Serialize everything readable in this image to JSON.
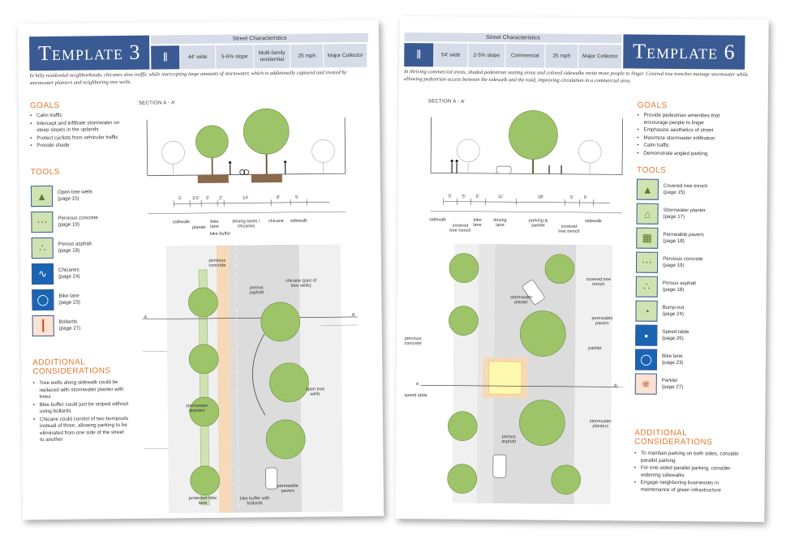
{
  "left": {
    "banner": "Template 3",
    "char_title": "Street Characteristics",
    "char_icon": "street-icon",
    "characteristics": [
      "44' wide",
      "5-6% slope",
      "Multi-family residential",
      "25 mph",
      "Major Collector"
    ],
    "intro": "In hilly residential neighborhoods, chicanes slow traffic while intercepting large amounts of stormwater, which is additionally captured and treated by stormwater planters and neighboring tree wells.",
    "goals_heading": "GOALS",
    "goals": [
      "Calm traffic",
      "Intercept and infiltrate stormwater on steep slopes in the uplands",
      "Protect cyclists from vehicular traffic",
      "Provide shade"
    ],
    "tools_heading": "TOOLS",
    "tools": [
      {
        "icon": "tree-well-icon",
        "name": "Open tree wells",
        "page": "(page 15)"
      },
      {
        "icon": "pervious-concrete-icon",
        "name": "Pervious concrete",
        "page": "(page 19)"
      },
      {
        "icon": "porous-asphalt-icon",
        "name": "Porous asphalt",
        "page": "(page 18)"
      },
      {
        "icon": "chicane-icon",
        "name": "Chicanes",
        "page": "(page 24)"
      },
      {
        "icon": "bike-icon",
        "name": "Bike lane",
        "page": "(page 23)"
      },
      {
        "icon": "bollard-icon",
        "name": "Bollards",
        "page": "(page 27)"
      }
    ],
    "additional_heading": "ADDITIONAL CONSIDERATIONS",
    "additional": [
      "Tree wells along sidewalk could be replaced with stormwater planter with trees",
      "Bike buffer could just be striped without using bollards",
      "Chicane could consist of two bumpouts instead of three, allowing parking to be eliminated from one side of the street to another"
    ],
    "section_label": "SECTION A - A'",
    "dims": [
      "5'",
      "3.5'",
      "5'",
      "2'",
      "14'",
      "6'",
      "5'"
    ],
    "section_labels": [
      "sidewalk",
      "planter",
      "bike lane",
      "bike buffer",
      "driving lanes / chicanes",
      "chicane",
      "sidewalk"
    ],
    "plan_labels": {
      "pervious_concrete": "pervious concrete",
      "porous_asphalt": "porous asphalt",
      "chicane": "chicane (part of tree wells)",
      "open_tree_wells": "open tree wells",
      "stormwater_planters": "stormwater planters",
      "permeable_pavers": "permeable pavers",
      "protected_bike_lane": "protected bike lane",
      "bike_buffer": "bike buffer with bollards",
      "a": "A",
      "a_prime": "A'"
    }
  },
  "right": {
    "banner": "Template 6",
    "char_title": "Street Characteristics",
    "char_icon": "street-icon",
    "characteristics": [
      "54' wide",
      "2-5% slope",
      "Commercial",
      "25 mph",
      "Major Collector"
    ],
    "intro": "In thriving commercial areas, shaded pedestrian seating areas and colored sidewalks invite more people to linger. Covered tree trenches manage stormwater while allowing pedestrian access between the sidewalk and the road, improving circulation in a commercial area.",
    "goals_heading": "GOALS",
    "goals": [
      "Provide pedestrian amenities that encourage people to linger",
      "Emphasize aesthetics of street",
      "Maximize stormwater infiltration",
      "Calm traffic",
      "Demonstrate angled parking"
    ],
    "tools_heading": "TOOLS",
    "tools": [
      {
        "icon": "covered-tree-trench-icon",
        "name": "Covered tree trench",
        "page": "(page 15)"
      },
      {
        "icon": "stormwater-planter-icon",
        "name": "Stormwater planter",
        "page": "(page 17)"
      },
      {
        "icon": "permeable-pavers-icon",
        "name": "Permeable pavers",
        "page": "(page 18)"
      },
      {
        "icon": "pervious-concrete-icon",
        "name": "Pervious concrete",
        "page": "(page 19)"
      },
      {
        "icon": "porous-asphalt-icon",
        "name": "Porous asphalt",
        "page": "(page 18)"
      },
      {
        "icon": "bump-out-icon",
        "name": "Bump-out",
        "page": "(page 24)"
      },
      {
        "icon": "speed-table-icon",
        "name": "Speed table",
        "page": "(page 26)"
      },
      {
        "icon": "bike-icon",
        "name": "Bike lane",
        "page": "(page 23)"
      },
      {
        "icon": "parklet-icon",
        "name": "Parklet",
        "page": "(page 27)"
      }
    ],
    "additional_heading": "ADDITIONAL CONSIDERATIONS",
    "additional": [
      "To maintain parking on both sides, consider parallel parking",
      "For one-sided parallel parking, consider widening sidewalks",
      "Engage neighboring businesses in maintenance of green infrastructure"
    ],
    "section_label": "SECTION A - A'",
    "dims": [
      "5'",
      "5'",
      "5'",
      "11'",
      "18'",
      "5'",
      "5'"
    ],
    "section_labels": [
      "sidewalk",
      "covered tree trench",
      "bike lane",
      "driving lane",
      "parking & parklet",
      "covered tree trench",
      "sidewalk"
    ],
    "plan_labels": {
      "covered_tree_trench": "covered tree trench",
      "stormwater_planter": "stormwater planter",
      "permeable_pavers": "permeable pavers",
      "parklet": "parklet",
      "pervious_concrete": "pervious concrete",
      "speed_table": "speed table",
      "stormwater_planters": "stormwater planters",
      "porous_asphalt": "porous asphalt",
      "a": "A",
      "a_prime": "A'"
    }
  },
  "colors": {
    "banner": "#3a5a94",
    "heading": "#e8742a",
    "cell": "#d7dde8",
    "tree": "#9ec46a",
    "road": "#d9d9d9",
    "bike_lane": "#f6d9b8"
  }
}
